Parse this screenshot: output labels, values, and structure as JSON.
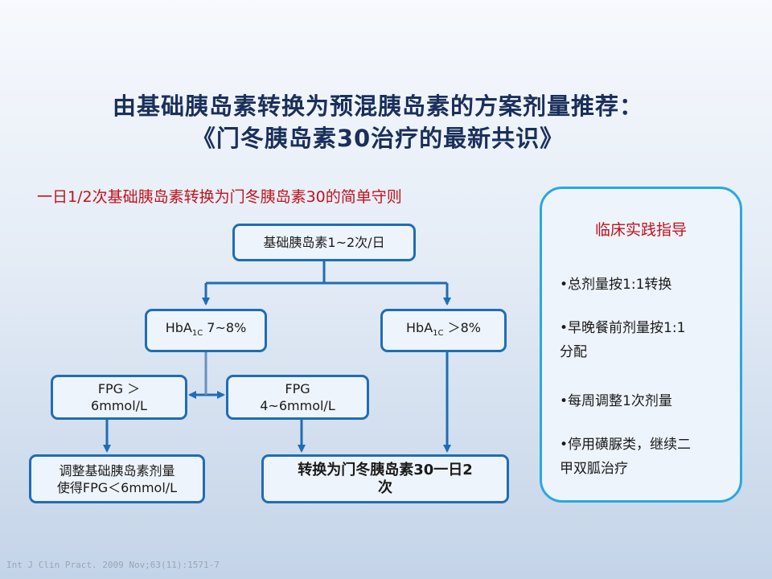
{
  "title": {
    "line1": "由基础胰岛素转换为预混胰岛素的方案剂量推荐：",
    "line2": "《门冬胰岛素30治疗的最新共识》"
  },
  "subtitle": "一日1/2次基础胰岛素转换为门冬胰岛素30的简单守则",
  "flow": {
    "start": "基础胰岛素1~2次/日",
    "hba_low": {
      "prefix": "HbA",
      "sub": "1C",
      "suffix": " 7~8%"
    },
    "hba_high": {
      "prefix": "HbA",
      "sub": "1C",
      "suffix": " ＞8%"
    },
    "fpg_high": {
      "line1": "FPG ＞",
      "line2": "6mmol/L"
    },
    "fpg_mid": {
      "line1": "FPG",
      "line2": "4~6mmol/L"
    },
    "adjust": {
      "line1": "调整基础胰岛素剂量",
      "line2": "使得FPG＜6mmol/L"
    },
    "switch": {
      "line1": "转换为门冬胰岛素30一日2",
      "line2": "次"
    }
  },
  "panel": {
    "title": "临床实践指导",
    "items": [
      {
        "line1": "•总剂量按1:1转换",
        "line2": ""
      },
      {
        "line1": "•早晚餐前剂量按1:1",
        "line2": "分配"
      },
      {
        "line1": "•每周调整1次剂量",
        "line2": ""
      },
      {
        "line1": "•停用磺脲类，继续二",
        "line2": "甲双胍治疗"
      }
    ]
  },
  "citation": "Int J Clin Pract. 2009 Nov;63(11):1571-7",
  "colors": {
    "accent": "#1f6db5",
    "title": "#1a2f5a",
    "red": "#c0121c",
    "panel_border": "#2aa8e0"
  }
}
